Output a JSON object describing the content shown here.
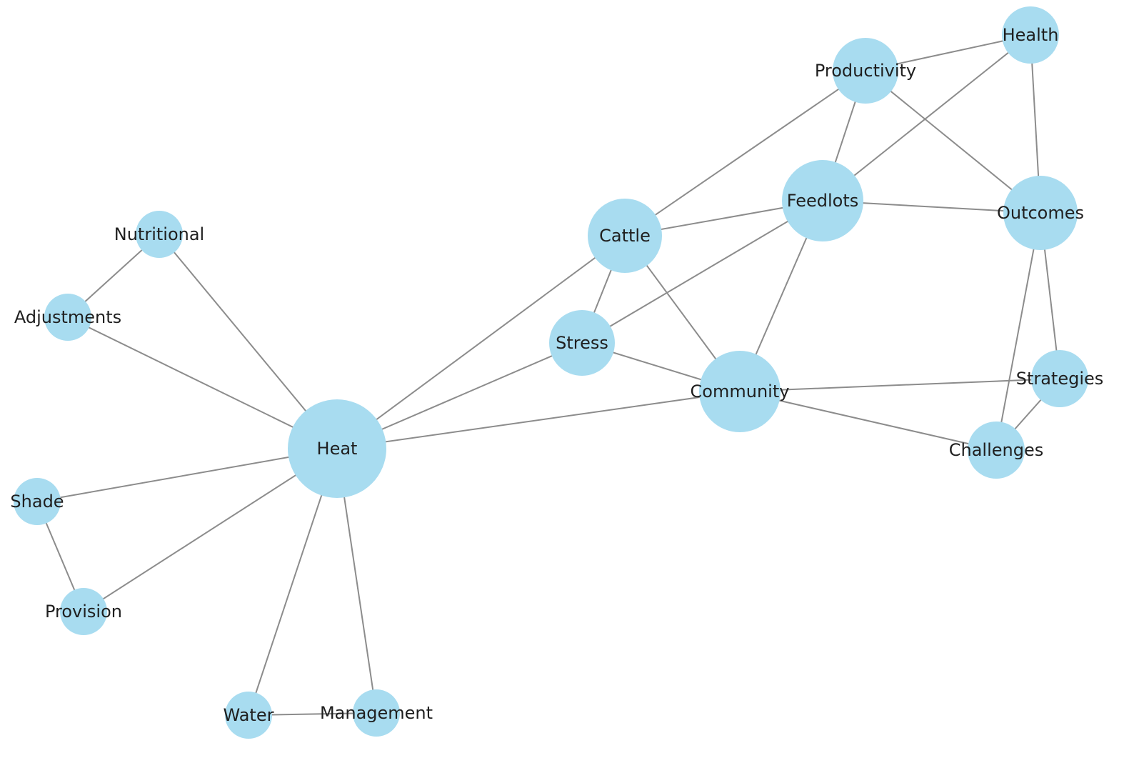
{
  "diagram": {
    "type": "network-graph",
    "node_color": "#a8dcf0",
    "edge_color": "#8c8c8c",
    "nodes": [
      {
        "id": "heat",
        "label": "Heat"
      },
      {
        "id": "community",
        "label": "Community"
      },
      {
        "id": "feedlots",
        "label": "Feedlots"
      },
      {
        "id": "outcomes",
        "label": "Outcomes"
      },
      {
        "id": "cattle",
        "label": "Cattle"
      },
      {
        "id": "productivity",
        "label": "Productivity"
      },
      {
        "id": "stress",
        "label": "Stress"
      },
      {
        "id": "strategies",
        "label": "Strategies"
      },
      {
        "id": "challenges",
        "label": "Challenges"
      },
      {
        "id": "health",
        "label": "Health"
      },
      {
        "id": "nutritional",
        "label": "Nutritional"
      },
      {
        "id": "adjustments",
        "label": "Adjustments"
      },
      {
        "id": "shade",
        "label": "Shade"
      },
      {
        "id": "provision",
        "label": "Provision"
      },
      {
        "id": "water",
        "label": "Water"
      },
      {
        "id": "management",
        "label": "Management"
      }
    ],
    "edges": [
      [
        "heat",
        "nutritional"
      ],
      [
        "heat",
        "adjustments"
      ],
      [
        "nutritional",
        "adjustments"
      ],
      [
        "heat",
        "shade"
      ],
      [
        "heat",
        "provision"
      ],
      [
        "shade",
        "provision"
      ],
      [
        "heat",
        "water"
      ],
      [
        "heat",
        "management"
      ],
      [
        "water",
        "management"
      ],
      [
        "heat",
        "cattle"
      ],
      [
        "heat",
        "stress"
      ],
      [
        "heat",
        "community"
      ],
      [
        "cattle",
        "stress"
      ],
      [
        "cattle",
        "community"
      ],
      [
        "cattle",
        "feedlots"
      ],
      [
        "cattle",
        "productivity"
      ],
      [
        "stress",
        "feedlots"
      ],
      [
        "stress",
        "community"
      ],
      [
        "feedlots",
        "community"
      ],
      [
        "feedlots",
        "outcomes"
      ],
      [
        "feedlots",
        "health"
      ],
      [
        "feedlots",
        "productivity"
      ],
      [
        "productivity",
        "health"
      ],
      [
        "productivity",
        "outcomes"
      ],
      [
        "health",
        "outcomes"
      ],
      [
        "outcomes",
        "strategies"
      ],
      [
        "outcomes",
        "challenges"
      ],
      [
        "community",
        "strategies"
      ],
      [
        "community",
        "challenges"
      ],
      [
        "strategies",
        "challenges"
      ]
    ]
  }
}
